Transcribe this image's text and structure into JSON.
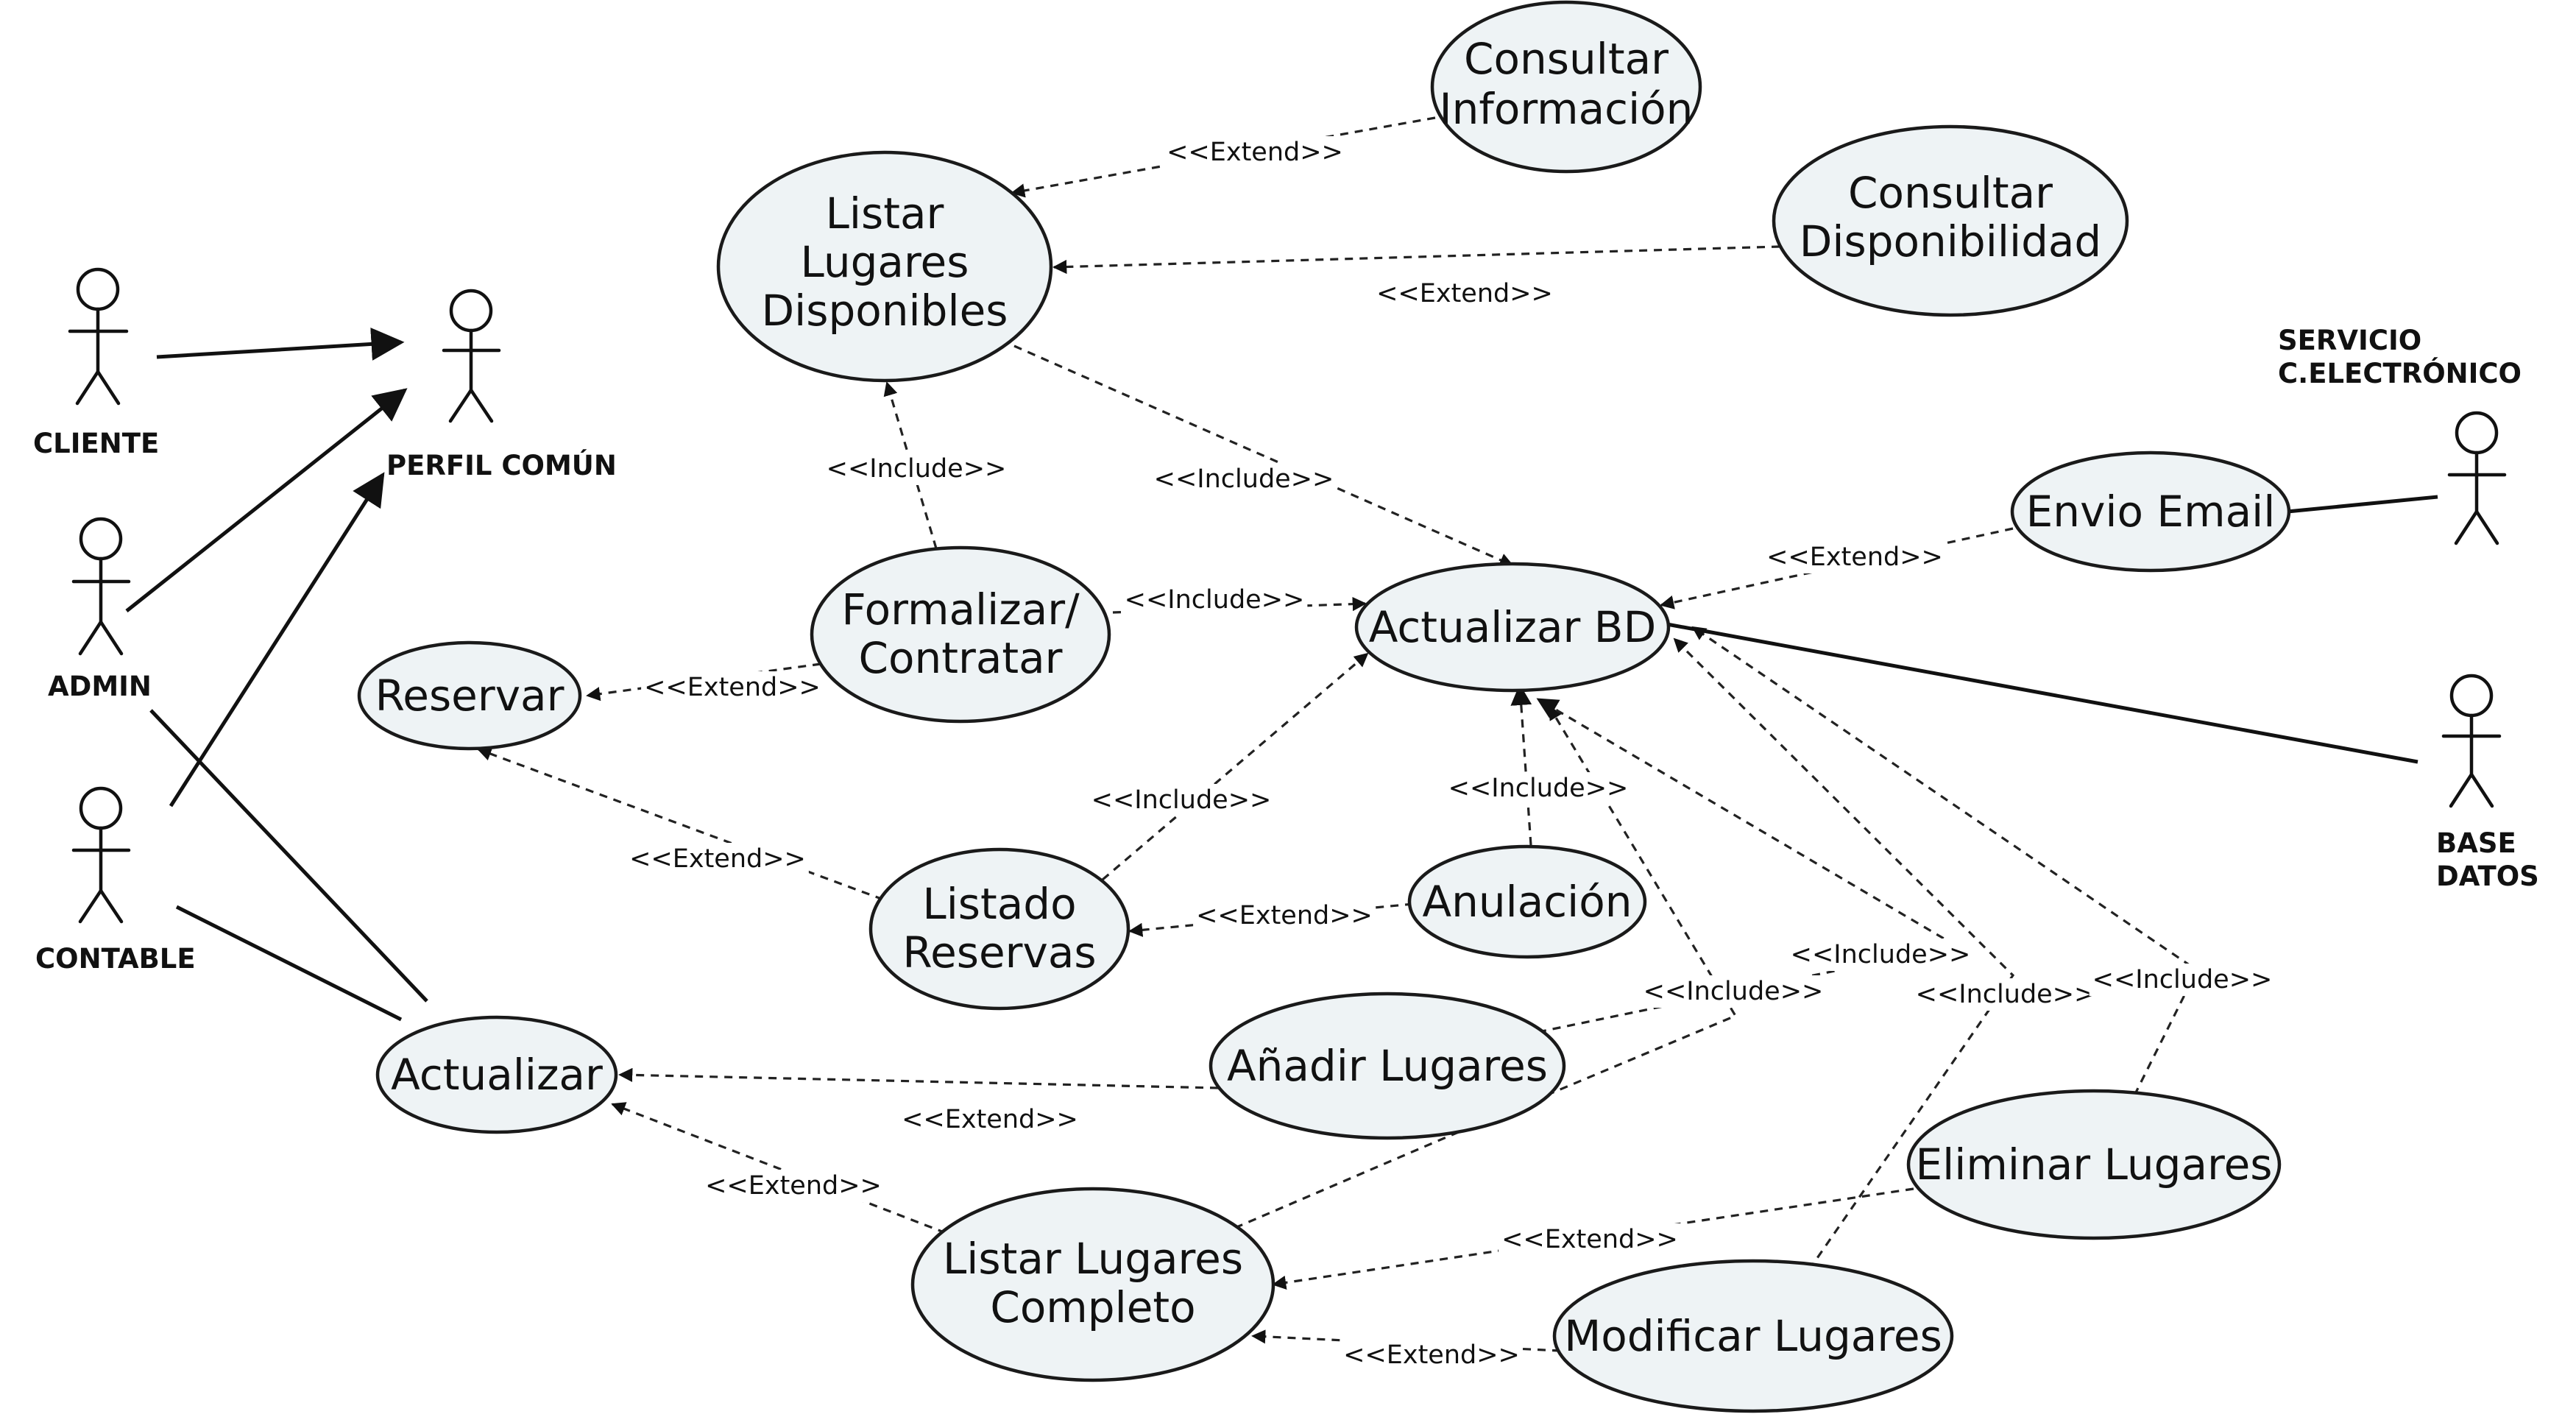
{
  "actors": {
    "cliente": "CLIENTE",
    "perfil_comun": "PERFIL COMÚN",
    "admin": "ADMIN",
    "contable": "CONTABLE",
    "servicio": [
      "SERVICIO",
      "C.ELECTRÓNICO"
    ],
    "base_datos": [
      "BASE",
      "DATOS"
    ]
  },
  "use_cases": {
    "consultar_informacion": [
      "Consultar",
      "Información"
    ],
    "consultar_disponibilidad": [
      "Consultar",
      "Disponibilidad"
    ],
    "listar_lugares_disponibles": [
      "Listar",
      "Lugares",
      "Disponibles"
    ],
    "envio_email": [
      "Envio Email"
    ],
    "formalizar_contratar": [
      "Formalizar/",
      "Contratar"
    ],
    "actualizar_bd": [
      "Actualizar BD"
    ],
    "reservar": [
      "Reservar"
    ],
    "listado_reservas": [
      "Listado",
      "Reservas"
    ],
    "anulacion": [
      "Anulación"
    ],
    "actualizar": [
      "Actualizar"
    ],
    "anadir_lugares": [
      "Añadir Lugares"
    ],
    "eliminar_lugares": [
      "Eliminar Lugares"
    ],
    "listar_lugares_completo": [
      "Listar Lugares",
      "Completo"
    ],
    "modificar_lugares": [
      "Modificar Lugares"
    ]
  },
  "stereotypes": {
    "extend": "<<Extend>>",
    "include": "<<Include>>"
  },
  "relations": {
    "ext_consultar_informacion": "<<Extend>>",
    "ext_consultar_disponibilidad": "<<Extend>>",
    "inc_formalizar_listar": "<<Include>>",
    "inc_listar_actualizar_bd": "<<Include>>",
    "inc_formalizar_actualizar_bd": "<<Include>>",
    "ext_envio_email": "<<Extend>>",
    "ext_formalizar_reservar": "<<Extend>>",
    "ext_listado_reservar": "<<Extend>>",
    "inc_listado_actualizar_bd": "<<Include>>",
    "inc_anulacion_actualizar_bd": "<<Include>>",
    "ext_anulacion_listado": "<<Extend>>",
    "inc_listar_completo_actualizar_bd": "<<Include>>",
    "inc_anadir_actualizar_bd": "<<Include>>",
    "inc_modificar_actualizar_bd": "<<Include>>",
    "inc_eliminar_actualizar_bd": "<<Include>>",
    "ext_anadir_actualizar": "<<Extend>>",
    "ext_listar_completo_actualizar": "<<Extend>>",
    "ext_eliminar_listar_completo": "<<Extend>>",
    "ext_modificar_listar_completo": "<<Extend>>"
  }
}
